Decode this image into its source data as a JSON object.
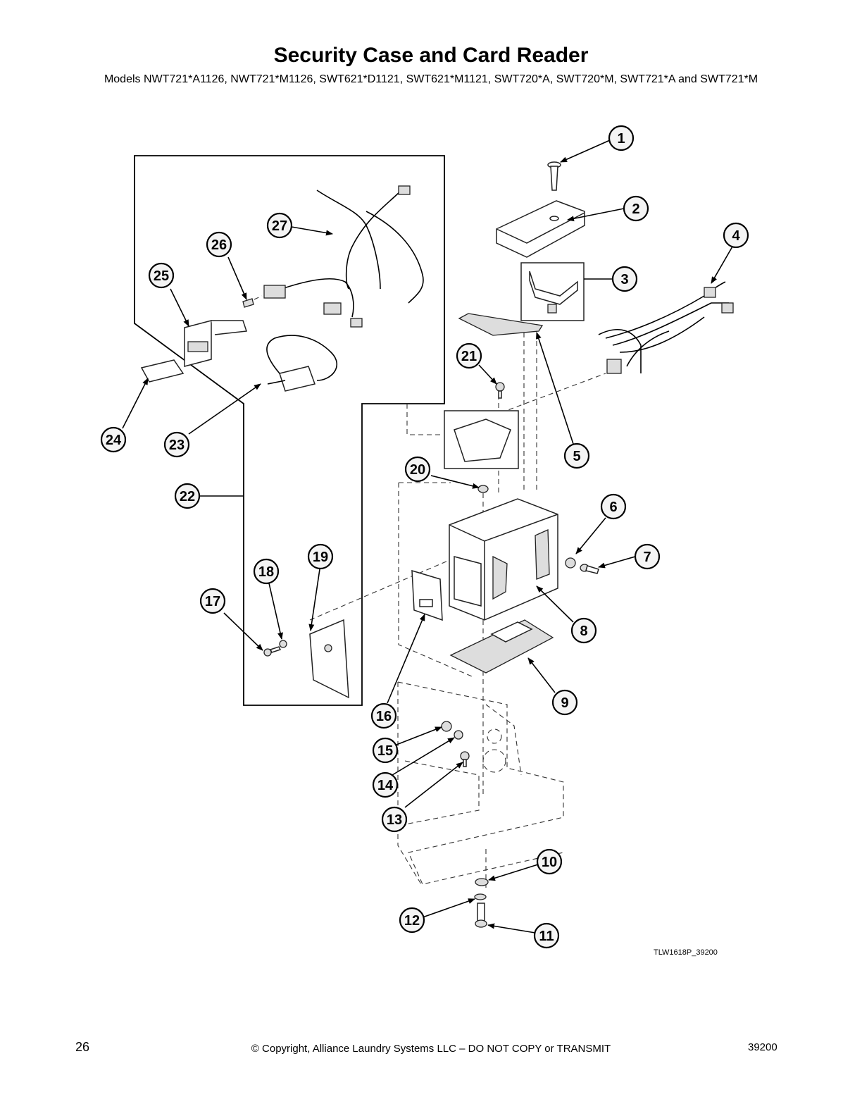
{
  "header": {
    "title": "Security Case and Card Reader",
    "subtitle": "Models NWT721*A1126, NWT721*M1126, SWT621*D1121, SWT621*M1121, SWT720*A, SWT720*M, SWT721*A and SWT721*M"
  },
  "figure": {
    "code": "TLW1618P_39200",
    "callouts": [
      "1",
      "2",
      "3",
      "4",
      "5",
      "6",
      "7",
      "8",
      "9",
      "10",
      "11",
      "12",
      "13",
      "14",
      "15",
      "16",
      "17",
      "18",
      "19",
      "20",
      "21",
      "22",
      "23",
      "24",
      "25",
      "26",
      "27"
    ]
  },
  "footer": {
    "page_number": "26",
    "copyright": "© Copyright, Alliance Laundry Systems LLC – DO NOT COPY or TRANSMIT",
    "doc_number": "39200"
  }
}
